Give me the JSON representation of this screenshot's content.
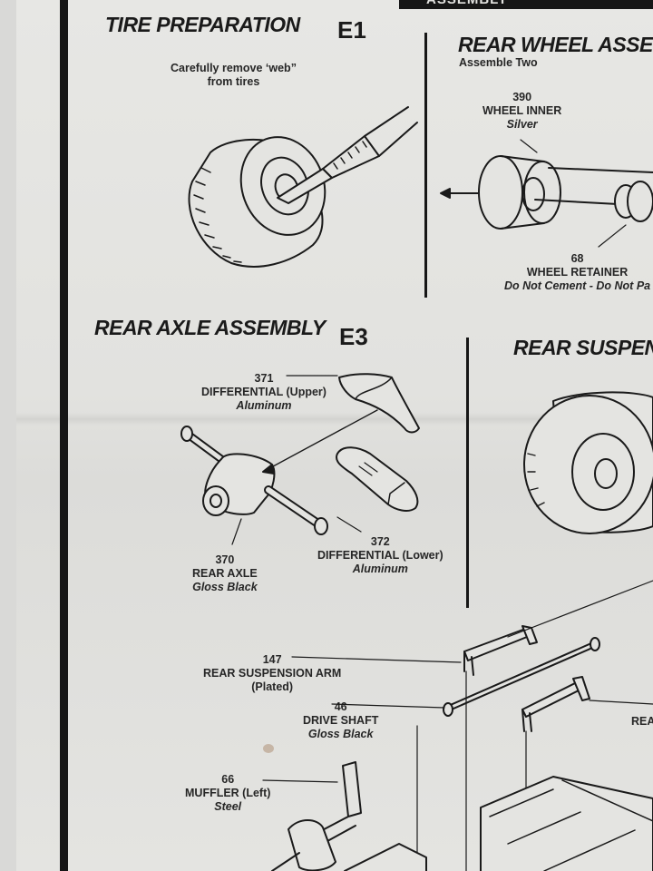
{
  "header_strip": "ASSEMBLY",
  "sections": {
    "tire_prep": {
      "title": "TIRE PREPARATION",
      "step": "E1",
      "note_line1": "Carefully remove ‘web”",
      "note_line2": "from tires"
    },
    "rear_wheel": {
      "title": "REAR WHEEL ASSEM",
      "subtitle": "Assemble Two"
    },
    "rear_axle": {
      "title": "REAR AXLE ASSEMBLY",
      "step": "E3"
    },
    "rear_susp": {
      "title": "REAR SUSPENS"
    }
  },
  "parts": {
    "wheel_inner": {
      "num": "390",
      "name": "WHEEL INNER",
      "finish": "Silver"
    },
    "wheel_retainer": {
      "num": "68",
      "name": "WHEEL RETAINER",
      "finish": "Do Not Cement - Do Not Pa"
    },
    "diff_upper": {
      "num": "371",
      "name": "DIFFERENTIAL (Upper)",
      "finish": "Aluminum"
    },
    "diff_lower": {
      "num": "372",
      "name": "DIFFERENTIAL (Lower)",
      "finish": "Aluminum"
    },
    "rear_axle": {
      "num": "370",
      "name": "REAR AXLE",
      "finish": "Gloss Black"
    },
    "susp_arm": {
      "num": "147",
      "name": "REAR SUSPENSION ARM",
      "finish": "(Plated)"
    },
    "drive_shaft": {
      "num": "46",
      "name": "DRIVE SHAFT",
      "finish": "Gloss Black"
    },
    "muffler": {
      "num": "66",
      "name": "MUFFLER (Left)",
      "finish": "Steel"
    },
    "rea_cut": {
      "name": "REA"
    }
  }
}
